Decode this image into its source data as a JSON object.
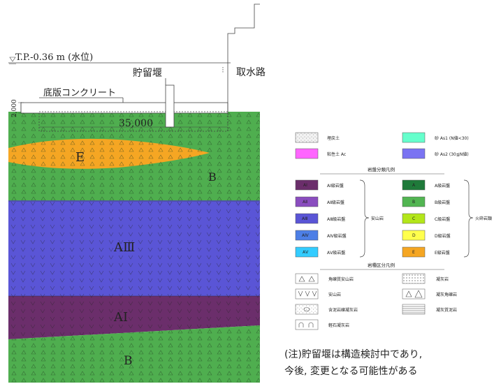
{
  "section": {
    "water_level_label": "T.P.-0.36 m (水位)",
    "reservoir_weir_label": "貯留堰",
    "intake_label": "取水路",
    "base_slab_label": "底版コンクリート",
    "dim_2000": "2,000",
    "dim_35000": "35,000",
    "zone_E": "E",
    "zone_B_upper": "B",
    "zone_AIII": "AⅢ",
    "zone_AI": "AⅠ",
    "zone_B_lower": "B"
  },
  "legend": {
    "soil_items": [
      {
        "name": "埋戻土",
        "color": "#f2f2f2"
      },
      {
        "name": "粘性土  Ac",
        "color": "#ff66ff"
      },
      {
        "name": "砂  As1 (N値<30)",
        "color": "#66ffcc"
      },
      {
        "name": "砂  As2 (30≦N値)",
        "color": "#7a73f2"
      }
    ],
    "rock_class_header": "岩盤分類凡例",
    "andesite_items": [
      {
        "code": "AⅠ",
        "name": "AⅠ級岩盤",
        "color": "#6b2e6b"
      },
      {
        "code": "AⅡ",
        "name": "AⅡ級岩盤",
        "color": "#8a4dbf"
      },
      {
        "code": "AⅢ",
        "name": "AⅢ級岩盤",
        "color": "#5a55d6"
      },
      {
        "code": "AⅣ",
        "name": "AⅣ級岩盤",
        "color": "#4d7fe6"
      },
      {
        "code": "AⅤ",
        "name": "AⅤ級岩盤",
        "color": "#33ccff"
      }
    ],
    "andesite_group": "安山岩",
    "tuff_items": [
      {
        "code": "A",
        "name": "A級岩盤",
        "color": "#1f7a3a"
      },
      {
        "code": "B",
        "name": "B級岩盤",
        "color": "#52b552"
      },
      {
        "code": "C",
        "name": "C級岩盤",
        "color": "#b3e61a"
      },
      {
        "code": "D",
        "name": "D級岩盤",
        "color": "#ffff4d"
      },
      {
        "code": "E",
        "name": "E級岩盤",
        "color": "#f5a623"
      }
    ],
    "tuff_group": "火砕岩類",
    "rock_type_header": "岩種区分凡例",
    "rock_types": [
      {
        "name": "角礫質安山岩",
        "pattern": "triangles"
      },
      {
        "name": "凝灰岩",
        "pattern": "dots"
      },
      {
        "name": "安山岩",
        "pattern": "v-marks"
      },
      {
        "name": "凝灰角礫岩",
        "pattern": "triangles-large"
      },
      {
        "name": "含泥岩礫凝灰岩",
        "pattern": "pebbles"
      },
      {
        "name": "凝灰質泥岩",
        "pattern": "hlines"
      },
      {
        "name": "軽石凝灰岩",
        "pattern": "arches"
      }
    ]
  },
  "note": {
    "line1": "(注)貯留堰は構造検討中であり,",
    "line2": "今後, 変更となる可能性がある"
  }
}
